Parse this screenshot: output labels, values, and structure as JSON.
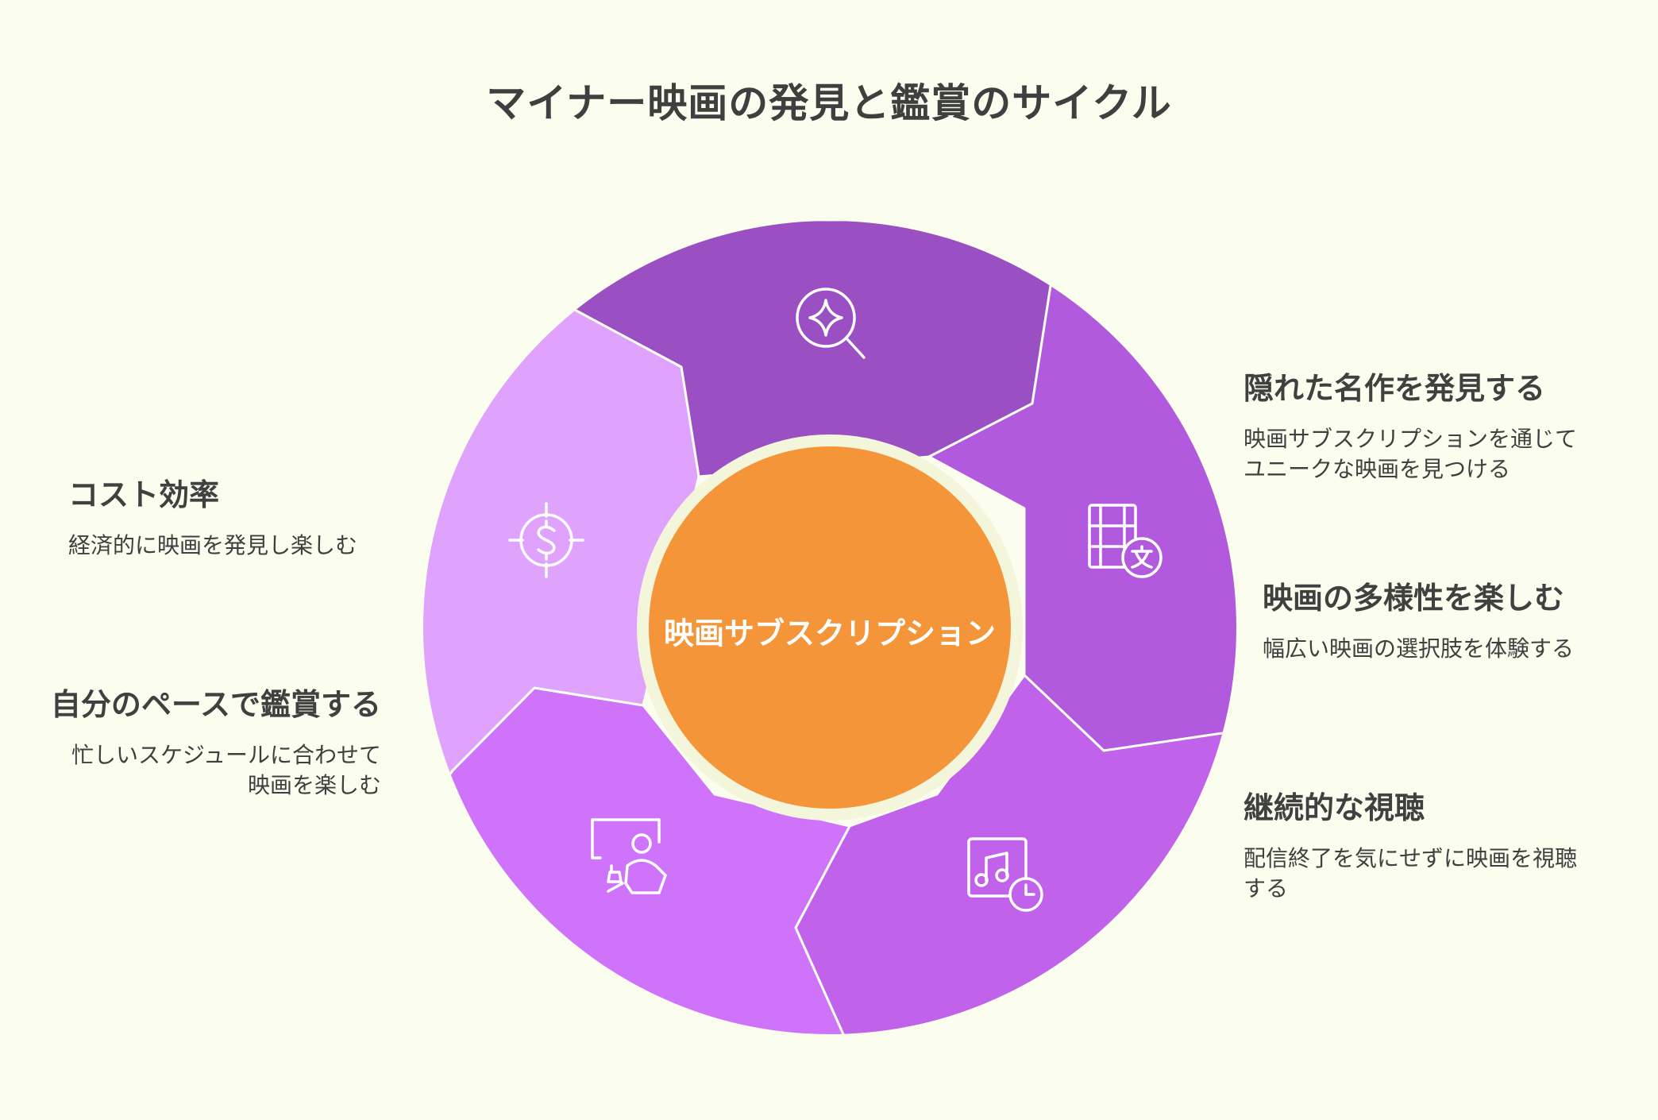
{
  "title": "マイナー映画の発見と鑑賞のサイクル",
  "center_label": "映画サブスクリプション",
  "colors": {
    "background": "#fbfeef",
    "center": "#f5953a",
    "center_ring": "#f4f6dc",
    "segment_top": "#9a4fc2",
    "segment_right_upper": "#b15ade",
    "segment_right_lower": "#c062ea",
    "segment_bottom_left": "#cf73fb",
    "segment_left": "#dfa2fd",
    "icon_stroke": "#ffffff"
  },
  "segments": [
    {
      "id": "discover",
      "icon": "search-sparkle-icon",
      "heading": "隠れた名作を発見する",
      "description": "映画サブスクリプションを通じてユニークな映画を見つける"
    },
    {
      "id": "diversity",
      "icon": "film-translate-icon",
      "heading": "映画の多様性を楽しむ",
      "description": "幅広い映画の選択肢を体験する"
    },
    {
      "id": "continuous",
      "icon": "music-clock-icon",
      "heading": "継続的な視聴",
      "description": "配信終了を気にせずに映画を視聴する"
    },
    {
      "id": "pace",
      "icon": "viewer-screen-icon",
      "heading": "自分のペースで鑑賞する",
      "description": "忙しいスケジュールに合わせて映画を楽しむ"
    },
    {
      "id": "cost",
      "icon": "dollar-target-icon",
      "heading": "コスト効率",
      "description": "経済的に映画を発見し楽しむ"
    }
  ]
}
